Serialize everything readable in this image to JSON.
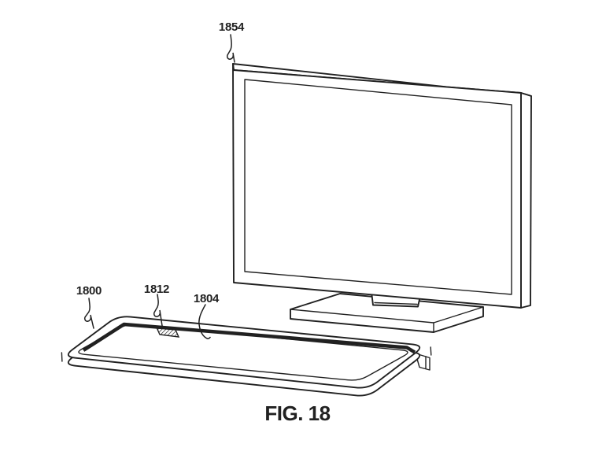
{
  "figure": {
    "caption": "FIG. 18",
    "reference_labels": {
      "display": "1854",
      "input_device": "1800",
      "connector": "1812",
      "surface": "1804"
    }
  },
  "colors": {
    "ink": "#212121",
    "paper": "#ffffff"
  }
}
